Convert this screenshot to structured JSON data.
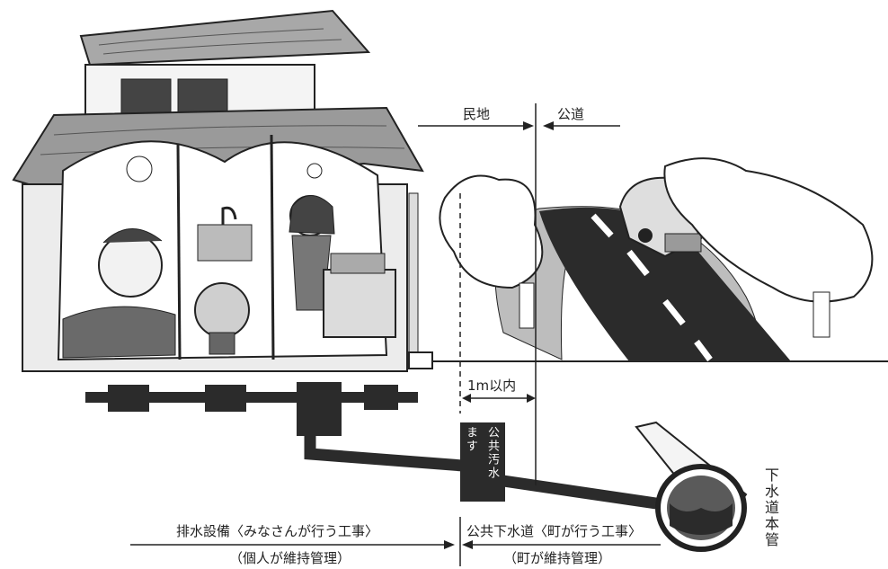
{
  "labels": {
    "private_land": "民地",
    "public_road": "公道",
    "distance": "1m以内",
    "basin": "公共汚水ます",
    "basin_left": "ます",
    "basin_right": "公共汚水",
    "main_pipe": "下水道本管",
    "private_work": "排水設備〈みなさんが行う工事〉",
    "private_maint": "（個人が維持管理）",
    "public_work": "公共下水道〈町が行う工事〉",
    "public_maint": "（町が維持管理）"
  },
  "colors": {
    "ink": "#222222",
    "dark": "#2b2b2b",
    "gray": "#8a8a8a",
    "light": "#d6d6d6",
    "paper": "#ffffff"
  }
}
